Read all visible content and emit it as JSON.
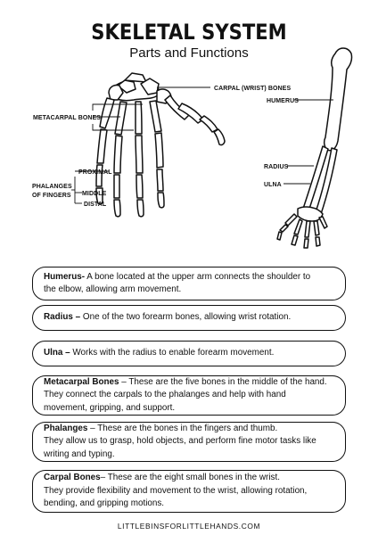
{
  "header": {
    "title": "SKELETAL SYSTEM",
    "subtitle": "Parts and Functions"
  },
  "hand_labels": {
    "carpal": "CARPAL (WRIST) BONES",
    "metacarpal": "METACARPAL BONES",
    "phalanges_line1": "PHALANGES",
    "phalanges_line2": "OF FINGERS",
    "proximal": "PROXIMAL",
    "middle": "MIDDLE",
    "distal": "DISTAL"
  },
  "arm_labels": {
    "humerus": "HUMERUS",
    "radius": "RADIUS",
    "ulna": "ULNA"
  },
  "cards": [
    {
      "term": "Humerus-",
      "line1": " A bone located at the upper arm connects the shoulder to",
      "line2": "the elbow, allowing arm movement.",
      "line3": ""
    },
    {
      "term": "Radius –",
      "line1": " One of the two forearm bones, allowing wrist rotation.",
      "line2": "",
      "line3": ""
    },
    {
      "term": "Ulna –",
      "line1": " Works with the radius to enable forearm movement.",
      "line2": "",
      "line3": ""
    },
    {
      "term": "Metacarpal Bones",
      "line1": " – These are the five bones in the middle of the hand.",
      "line2": "They connect the carpals to the phalanges and help with hand",
      "line3": "movement, gripping, and support."
    },
    {
      "term": "Phalanges",
      "line1": " – These are the bones in the fingers and thumb.",
      "line2": "They allow us to grasp, hold objects, and perform fine motor tasks like",
      "line3": "writing and typing."
    },
    {
      "term": "Carpal Bones",
      "line1": "– These are the eight small bones in the wrist.",
      "line2": "They provide flexibility and movement to the wrist, allowing rotation,",
      "line3": "bending, and gripping motions."
    }
  ],
  "footer": "LITTLEBINSFORLITTLEHANDS.COM"
}
